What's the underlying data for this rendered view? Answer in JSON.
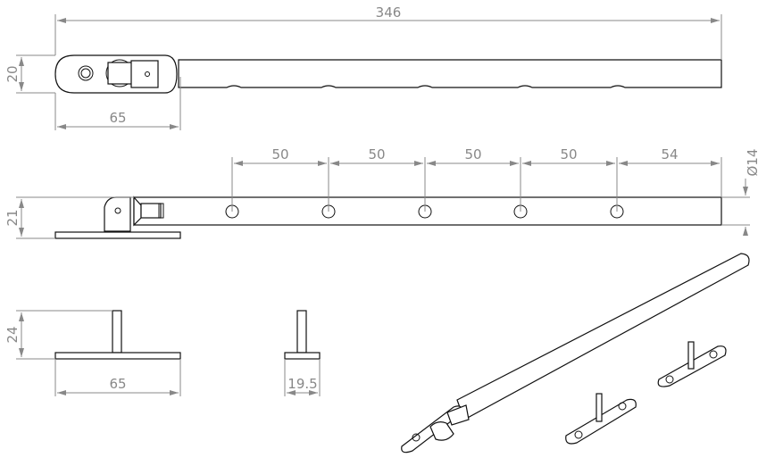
{
  "drawing": {
    "top_view": {
      "overall_length": "346",
      "height": "20",
      "handle_length": "65"
    },
    "side_view": {
      "hole_spacings": [
        "50",
        "50",
        "50",
        "50"
      ],
      "end_offset": "54",
      "diameter": "Ø14",
      "height": "21"
    },
    "pin_front_view": {
      "height": "24",
      "width": "65"
    },
    "pin_side_view": {
      "width": "19.5"
    }
  },
  "colors": {
    "line": "#111111",
    "dimension": "#888888"
  }
}
